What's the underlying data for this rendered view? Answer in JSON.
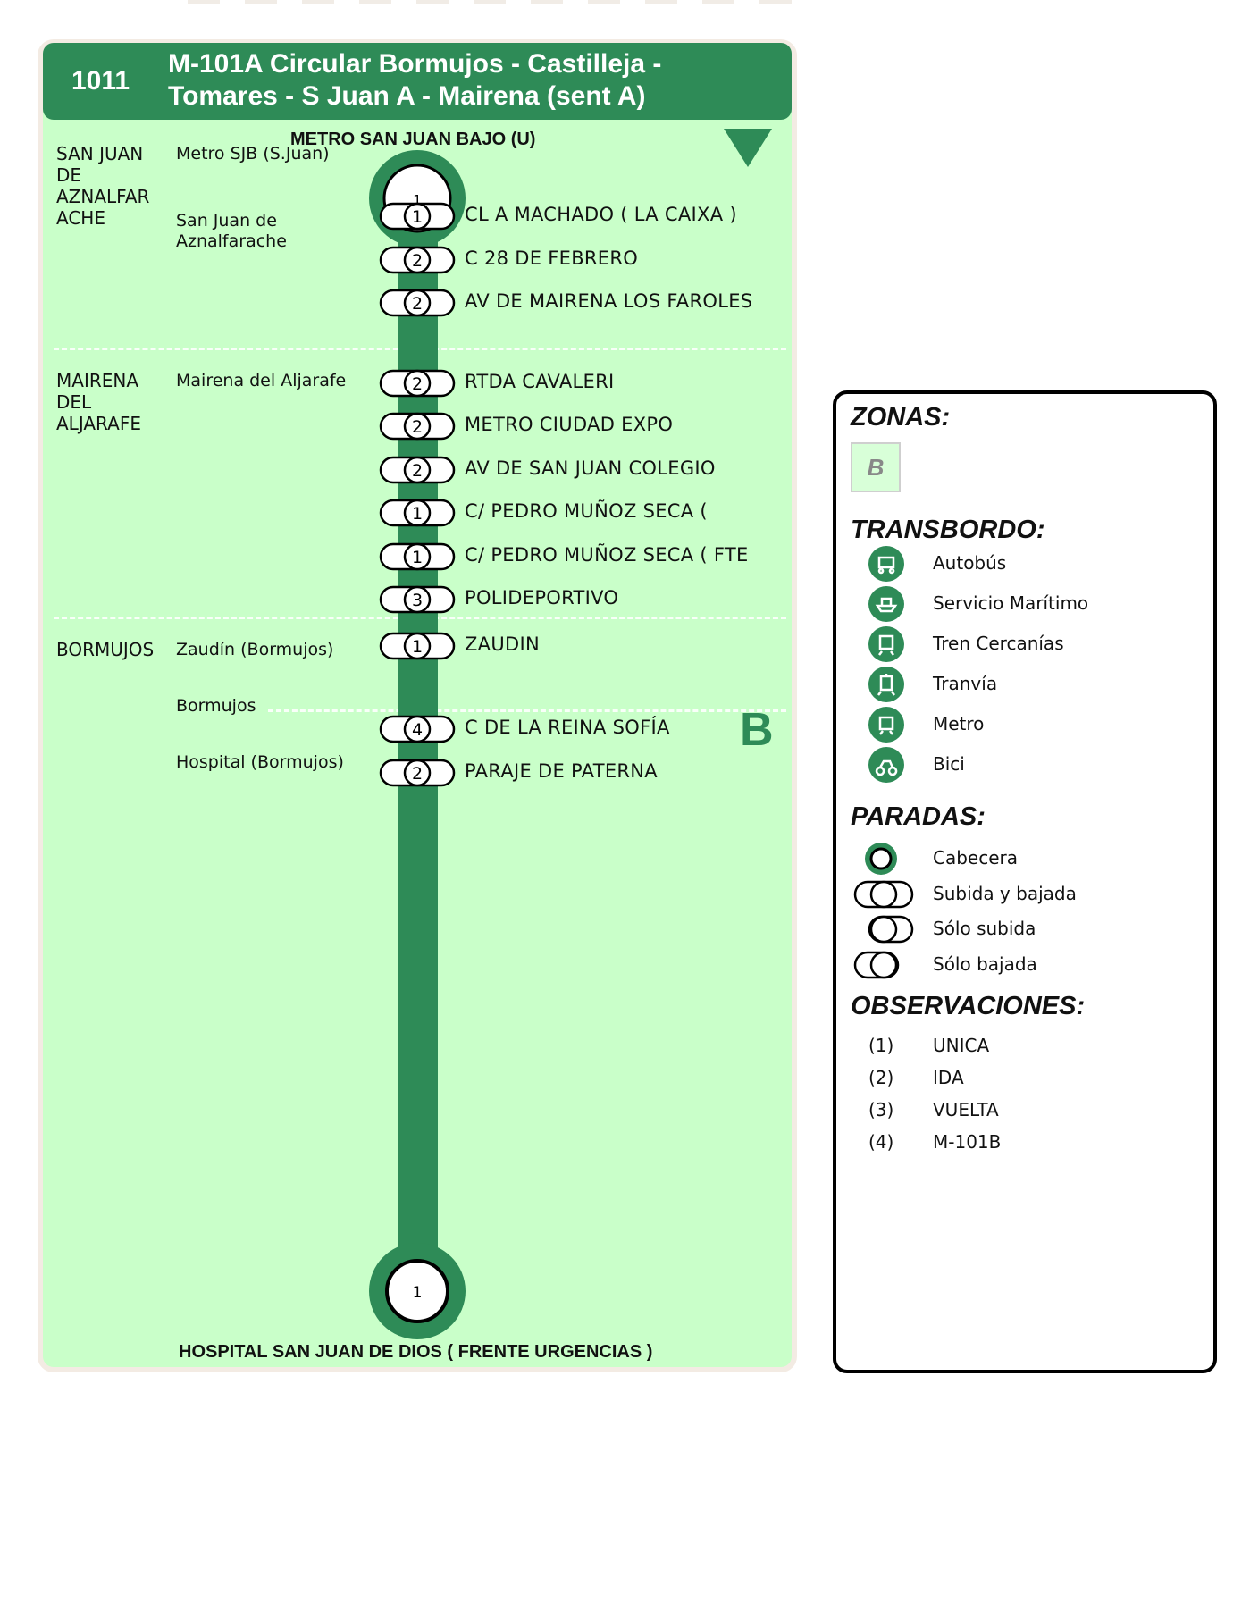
{
  "route": {
    "code": "1011",
    "title": "M-101A Circular Bormujos - Castilleja - Tomares - S Juan A - Mairena (sent A)",
    "color": "#2e8b57",
    "panel_color": "#c9ffc9"
  },
  "terminals": {
    "origin": "METRO SAN JUAN BAJO (U)",
    "origin_badge": "1",
    "destination": "HOSPITAL SAN JUAN DE DIOS ( FRENTE URGENCIAS )",
    "destination_badge": "1"
  },
  "municipalities": [
    {
      "name": "SAN JUAN DE AZNALFARACHE",
      "lines": [
        "SAN JUAN",
        "DE",
        "AZNALFAR",
        "ACHE"
      ]
    },
    {
      "name": "MAIRENA DEL ALJARAFE",
      "lines": [
        "MAIRENA",
        "DEL",
        "ALJARAFE"
      ]
    },
    {
      "name": "BORMUJOS",
      "lines": [
        "BORMUJOS"
      ]
    }
  ],
  "localities": [
    {
      "lines": [
        "Metro SJB (S.Juan)"
      ]
    },
    {
      "lines": [
        "San Juan de",
        "Aznalfarache"
      ]
    },
    {
      "lines": [
        "Mairena del Aljarafe"
      ]
    },
    {
      "lines": [
        "Zaudín (Bormujos)"
      ]
    },
    {
      "lines": [
        "Bormujos"
      ]
    },
    {
      "lines": [
        "Hospital (Bormujos)"
      ]
    }
  ],
  "stops": [
    {
      "name": "CL A MACHADO ( LA CAIXA )",
      "obs": "1"
    },
    {
      "name": "C 28 DE FEBRERO",
      "obs": "2"
    },
    {
      "name": "AV DE MAIRENA LOS FAROLES",
      "obs": "2"
    },
    {
      "name": "RTDA CAVALERI",
      "obs": "2"
    },
    {
      "name": "METRO CIUDAD EXPO",
      "obs": "2"
    },
    {
      "name": "AV DE SAN JUAN COLEGIO",
      "obs": "2"
    },
    {
      "name": "C/ PEDRO MUÑOZ SECA (",
      "obs": "1"
    },
    {
      "name": "C/ PEDRO MUÑOZ SECA ( FTE",
      "obs": "1"
    },
    {
      "name": "POLIDEPORTIVO",
      "obs": "3"
    },
    {
      "name": "ZAUDIN",
      "obs": "1"
    },
    {
      "name": "C DE LA REINA SOFÍA",
      "obs": "4"
    },
    {
      "name": "PARAJE DE PATERNA",
      "obs": "2"
    }
  ],
  "zone_marker": "B",
  "legend": {
    "zonas_title": "ZONAS:",
    "zone": "B",
    "transbordo_title": "TRANSBORDO:",
    "transbordo": [
      {
        "icon": "bus-icon",
        "label": "Autobús"
      },
      {
        "icon": "ship-icon",
        "label": "Servicio Marítimo"
      },
      {
        "icon": "train-icon",
        "label": "Tren Cercanías"
      },
      {
        "icon": "tram-icon",
        "label": "Tranvía"
      },
      {
        "icon": "metro-icon",
        "label": "Metro"
      },
      {
        "icon": "bike-icon",
        "label": "Bici"
      }
    ],
    "paradas_title": "PARADAS:",
    "paradas": [
      {
        "icon": "terminal-stop-icon",
        "label": "Cabecera"
      },
      {
        "icon": "board-alight-stop-icon",
        "label": "Subida y bajada"
      },
      {
        "icon": "board-only-stop-icon",
        "label": "Sólo subida"
      },
      {
        "icon": "alight-only-stop-icon",
        "label": "Sólo bajada"
      }
    ],
    "observaciones_title": "OBSERVACIONES:",
    "observaciones": [
      {
        "code": "(1)",
        "label": "UNICA"
      },
      {
        "code": "(2)",
        "label": "IDA"
      },
      {
        "code": "(3)",
        "label": "VUELTA"
      },
      {
        "code": "(4)",
        "label": "M-101B"
      }
    ]
  }
}
